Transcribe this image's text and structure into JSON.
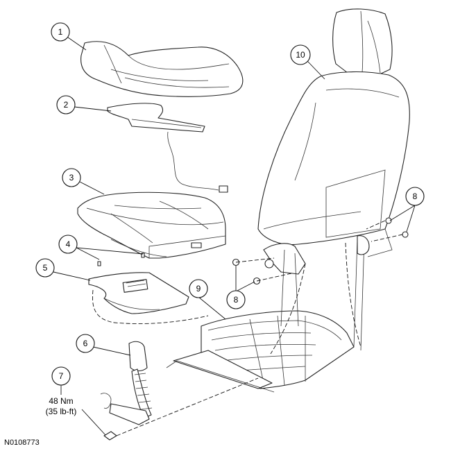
{
  "callouts": [
    {
      "label": "1"
    },
    {
      "label": "2"
    },
    {
      "label": "3"
    },
    {
      "label": "4"
    },
    {
      "label": "5"
    },
    {
      "label": "6"
    },
    {
      "label": "7"
    },
    {
      "label": "8"
    },
    {
      "label": "8"
    },
    {
      "label": "9"
    },
    {
      "label": "10"
    }
  ],
  "torque": {
    "metric": "48 Nm",
    "imperial": "(35 lb-ft)"
  },
  "figure_id": "N0108773"
}
